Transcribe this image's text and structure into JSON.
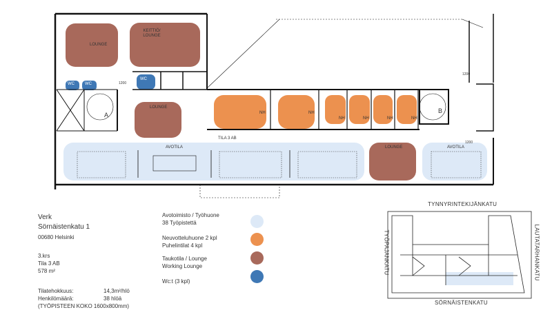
{
  "plan": {
    "space_label": "TILA 3 AB",
    "zones": {
      "lounge_top": "LOUNGE",
      "kitchen": "KEITTIÖ/\nLOUNGE",
      "lounge_mid": "LOUNGE",
      "open_left": "AVOTILA",
      "lounge_right": "LOUNGE",
      "open_right": "AVOTILA",
      "wc1": "WC",
      "wc2": "WC",
      "wc3": "WC"
    },
    "meeting_rooms": [
      "NH",
      "NH",
      "NH",
      "NH",
      "NH",
      "NH"
    ],
    "stairs": [
      "A",
      "B"
    ],
    "dimensions": [
      "1200",
      "1200",
      "1200"
    ]
  },
  "info": {
    "company": "Verk",
    "street": "Sörnäistenkatu 1",
    "postal": "00680 Helsinki",
    "floor": "3.krs",
    "space": "Tila 3 AB",
    "area": "578 m²",
    "efficiency_label": "Tilatehokkuus:",
    "efficiency_value": "14,3m²/hlö",
    "people_label": "Henkilömäärä:",
    "people_value": "38 hlöä",
    "desk_size": "(TYÖPISTEEN KOKO 1600x800mm)"
  },
  "legend": [
    {
      "line1": "Avotoimisto / Työhuone",
      "line2": "38 Työpistettä",
      "color": "#dde9f7"
    },
    {
      "line1": "Neuvotteluhuone 2 kpl",
      "line2": "Puhelintilat 4 kpl",
      "color": "#ec914f"
    },
    {
      "line1": "Taukotila / Lounge",
      "line2": "Working Lounge",
      "color": "#a8695b"
    },
    {
      "line1": "Wc:t (3 kpl)",
      "line2": "",
      "color": "#3f78b5"
    }
  ],
  "map": {
    "north": "TYNNYRINTEKIJÄNKATU",
    "south": "SÖRNÄISTENKATU",
    "west": "TYÖPAJANKATU",
    "east": "LAUTATARHANKATU"
  }
}
